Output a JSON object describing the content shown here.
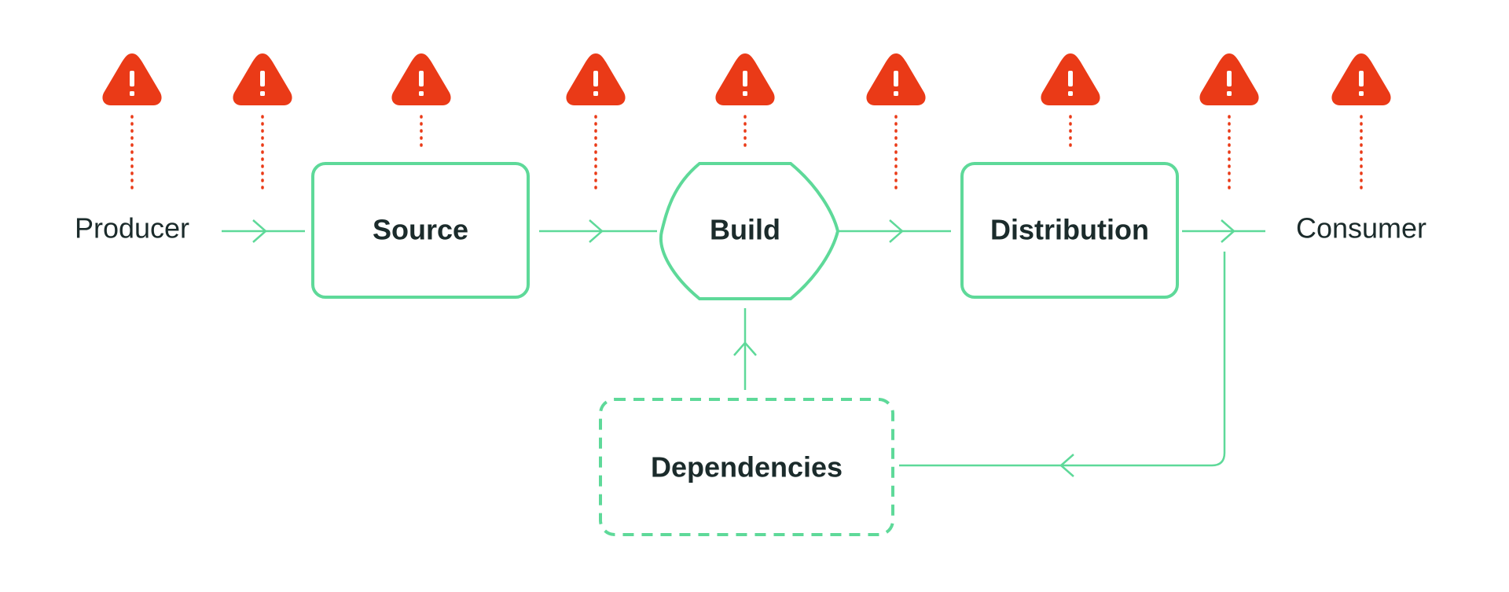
{
  "diagram": {
    "nodes": {
      "producer": "Producer",
      "source": "Source",
      "build": "Build",
      "distribution": "Distribution",
      "consumer": "Consumer",
      "dependencies": "Dependencies"
    },
    "colors": {
      "flow": "#5ed999",
      "risk": "#ea3a17",
      "text": "#1b2b2b"
    },
    "risk_marker_count": 9,
    "risk_icon": "warning-triangle-icon"
  }
}
